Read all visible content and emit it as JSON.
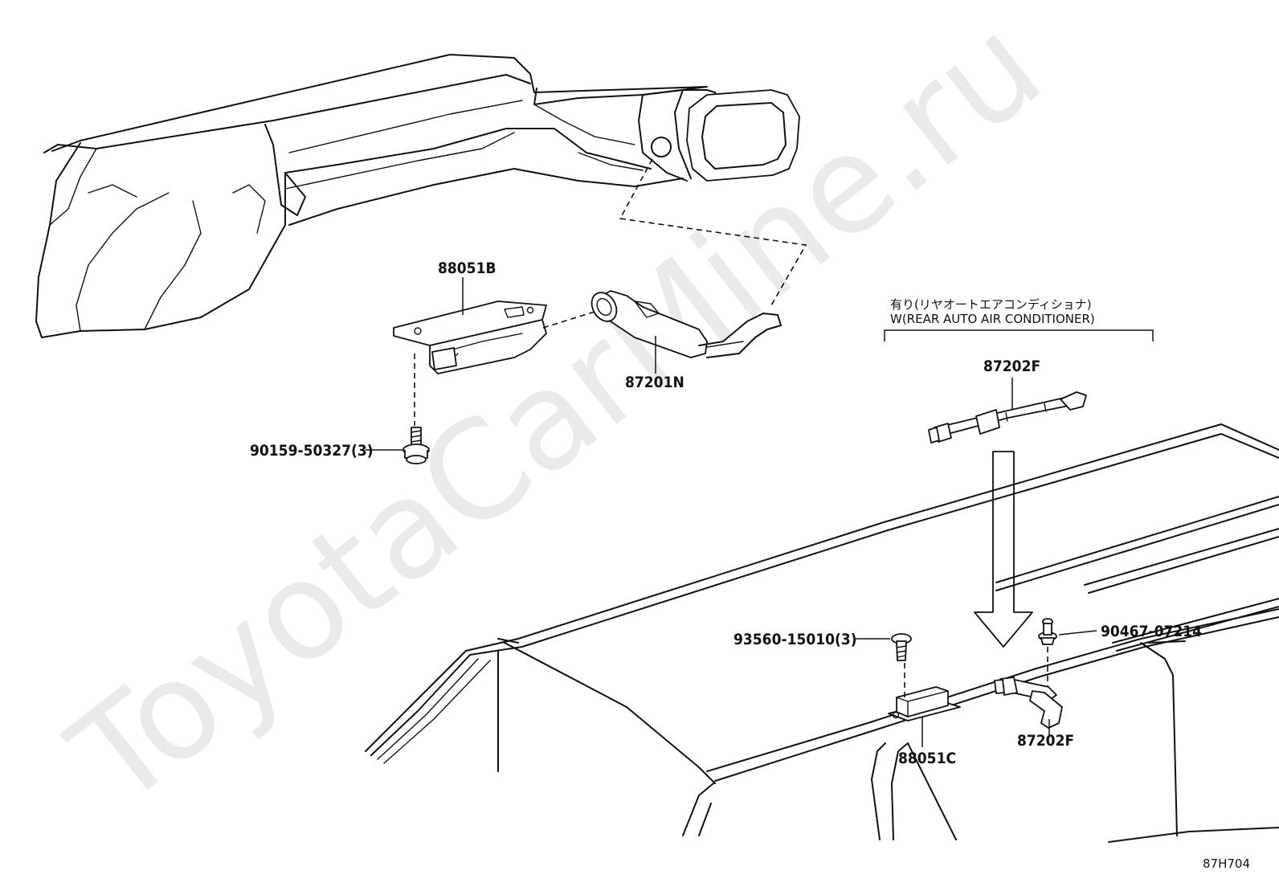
{
  "watermark": "ToyotaCarMine.ru",
  "figure_code": "87H704",
  "condition": {
    "japanese": "有り(リヤオートエアコンディショナ)",
    "english": "W(REAR AUTO AIR CONDITIONER)"
  },
  "parts": {
    "p88051b": "88051B",
    "p87201n": "87201N",
    "p90159": "90159-50327(3)",
    "p87202f_top": "87202F",
    "p93560": "93560-15010(3)",
    "p90467": "90467-07214",
    "p88051c": "88051C",
    "p87202f_bottom": "87202F"
  }
}
